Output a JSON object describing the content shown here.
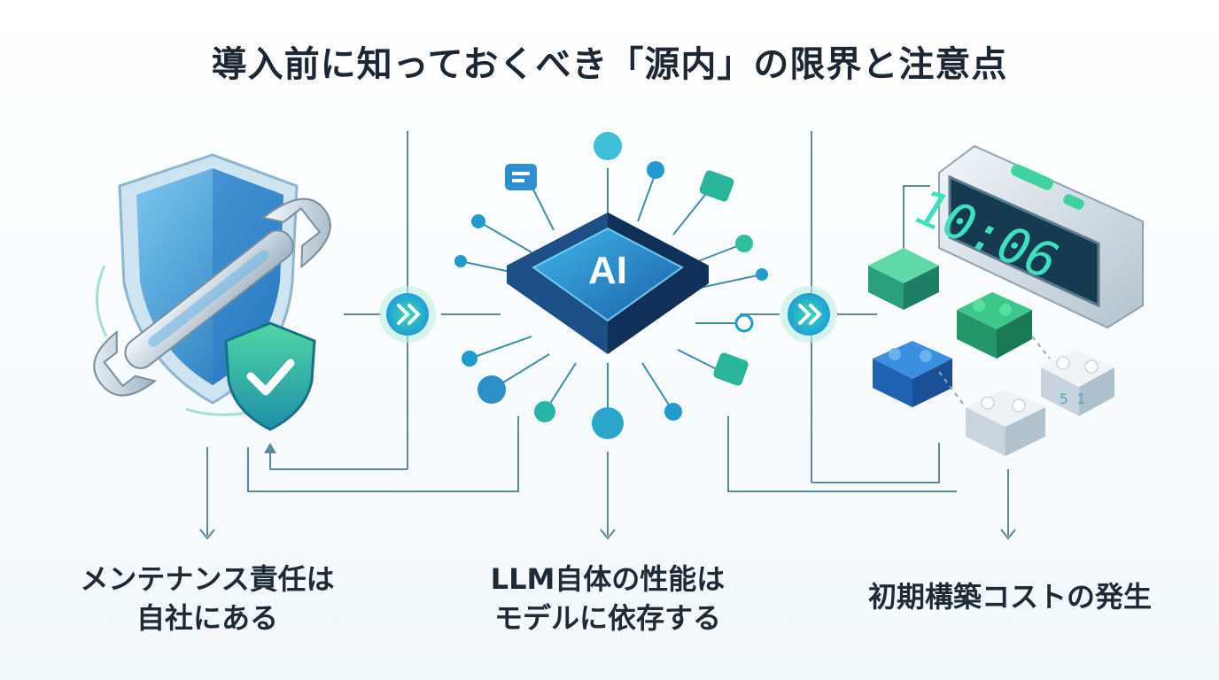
{
  "title": "導入前に知っておくべき「源内」の限界と注意点",
  "chip_text": "AI",
  "clock_text": "10:06",
  "block_text": "5 1",
  "items": [
    {
      "lines": [
        "メンテナンス責任は",
        "自社にある"
      ],
      "icon": "shield-wrench-icon"
    },
    {
      "lines": [
        "LLM自体の性能は",
        "モデルに依存する"
      ],
      "icon": "ai-chip-icon"
    },
    {
      "lines": [
        "初期構築コストの発生"
      ],
      "icon": "clock-blocks-icon"
    }
  ],
  "colors": {
    "accent": "#2a9fd6",
    "green": "#34c58f",
    "line": "#5b8a99",
    "text": "#1e2a36"
  }
}
